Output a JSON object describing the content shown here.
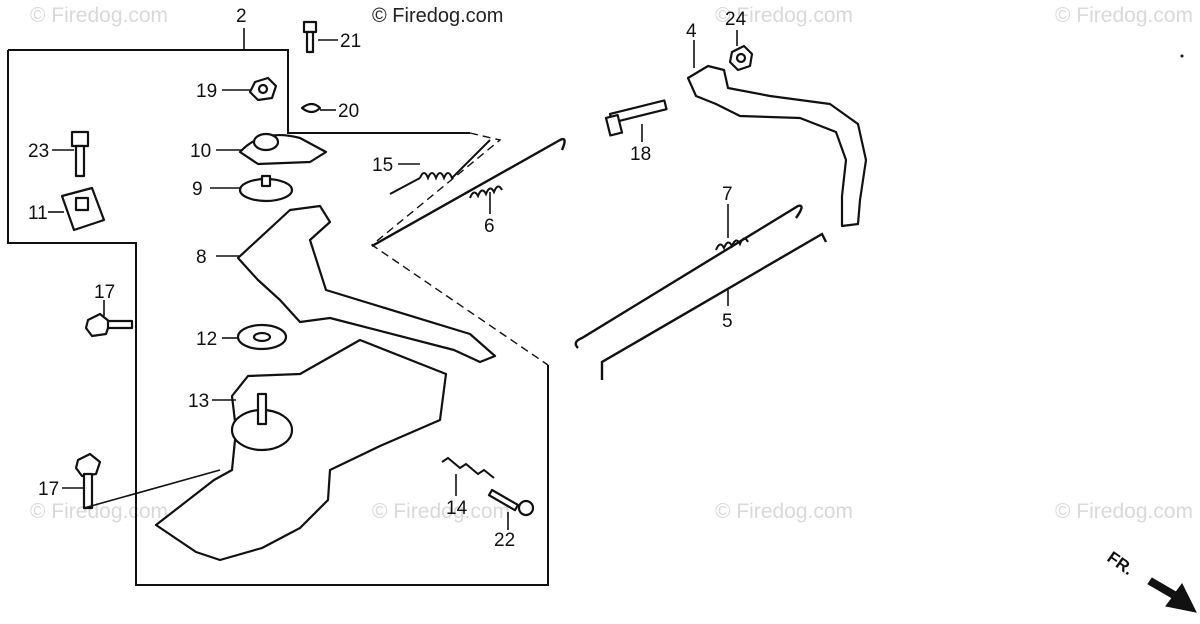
{
  "watermarks": {
    "text": "© Firedog.com",
    "visible_text": "© Firedog.com"
  },
  "callouts": [
    {
      "id": "c2",
      "label": "2"
    },
    {
      "id": "c21",
      "label": "21"
    },
    {
      "id": "c19",
      "label": "19"
    },
    {
      "id": "c20",
      "label": "20"
    },
    {
      "id": "c23",
      "label": "23"
    },
    {
      "id": "c10",
      "label": "10"
    },
    {
      "id": "c9",
      "label": "9"
    },
    {
      "id": "c11",
      "label": "11"
    },
    {
      "id": "c8",
      "label": "8"
    },
    {
      "id": "c15",
      "label": "15"
    },
    {
      "id": "c6",
      "label": "6"
    },
    {
      "id": "c17a",
      "label": "17"
    },
    {
      "id": "c12",
      "label": "12"
    },
    {
      "id": "c13",
      "label": "13"
    },
    {
      "id": "c17b",
      "label": "17"
    },
    {
      "id": "c14",
      "label": "14"
    },
    {
      "id": "c22",
      "label": "22"
    },
    {
      "id": "c24",
      "label": "24"
    },
    {
      "id": "c4",
      "label": "4"
    },
    {
      "id": "c18",
      "label": "18"
    },
    {
      "id": "c7",
      "label": "7"
    },
    {
      "id": "c5",
      "label": "5"
    }
  ],
  "direction_marker": {
    "label": "FR."
  },
  "colors": {
    "ink": "#111111",
    "watermark": "#d9d9d9",
    "background": "#ffffff"
  }
}
